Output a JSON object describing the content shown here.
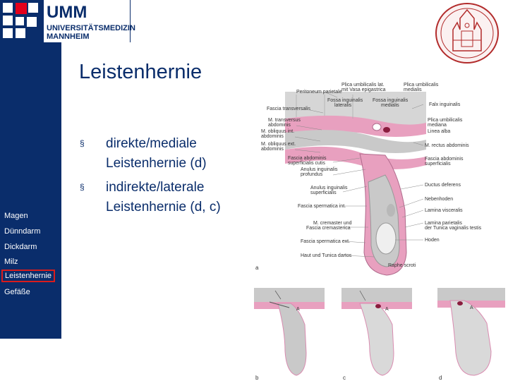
{
  "header": {
    "logo_line1": "UMM",
    "logo_line2": "UNIVERSITÄTSMEDIZIN",
    "logo_line3": "MANNHEIM"
  },
  "slide": {
    "title": "Leistenhernie",
    "bullets": [
      {
        "symbol": "§",
        "line1": "direkte/mediale",
        "line2": "Leistenhernie (d)"
      },
      {
        "symbol": "§",
        "line1": "indirekte/laterale",
        "line2": "Leistenhernie (d, c)"
      }
    ]
  },
  "sidebar": {
    "items": [
      {
        "label": "Magen"
      },
      {
        "label": "Dünndarm"
      },
      {
        "label": "Dickdarm"
      },
      {
        "label": "Milz"
      },
      {
        "label": "Leistenhernie",
        "active": true
      },
      {
        "label": "Gefäße"
      }
    ]
  },
  "figure": {
    "labels_left": [
      "Peritoneum parietale",
      "Fascia transversalis",
      "M. transversus",
      "abdominis",
      "M. obliquus int.",
      "abdominis",
      "M. obliquus ext.",
      "abdominis",
      "Fascia abdominis",
      "superficialis cutis",
      "Anulus inguinalis",
      "profundus",
      "Anulus inguinalis",
      "superficialis",
      "Fascia spermatica int.",
      "M. cremaster und",
      "Fascia cremasterica",
      "Fascia spermatica ext.",
      "Haut und Tunica dartos"
    ],
    "labels_top": [
      "Plica umbilicalis lat.",
      "mit Vasa epigastrica",
      "Fossa inguinalis",
      "lateralis",
      "Fossa inguinalis",
      "medialis",
      "Plica umbilicalis",
      "medialis"
    ],
    "labels_right": [
      "Falx inguinalis",
      "Plica umbilicalis",
      "mediana",
      "Linea alba",
      "M. rectus abdominis",
      "Fascia abdominis",
      "superficialis",
      "Ductus deferens",
      "Nebenhoden",
      "Lamina visceralis",
      "Lamina parietalis",
      "der Tunica vaginalis testis",
      "Hoden",
      "Raphe scroti"
    ],
    "panel_letters": [
      "a",
      "b",
      "c",
      "d"
    ],
    "marker": "A"
  },
  "colors": {
    "brand_navy": "#0a2d6b",
    "brand_red": "#e3001b",
    "active_border": "#d91c1c",
    "membrane_pink": "#e8a0bf",
    "tissue_gray": "#c9c9c9"
  }
}
